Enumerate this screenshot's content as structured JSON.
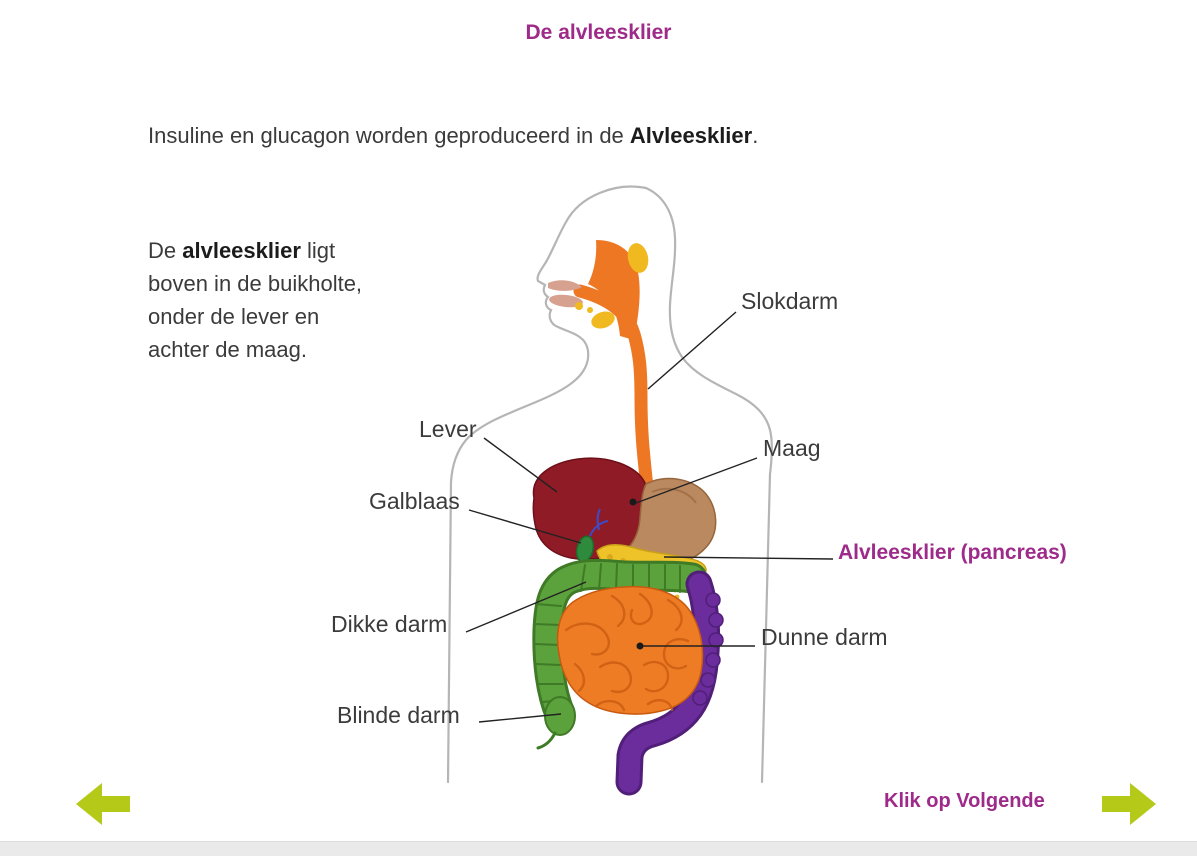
{
  "title": "De alvleesklier",
  "intro": {
    "prefix": "Insuline en glucagon worden geproduceerd in de ",
    "bold": "Alvleesklier",
    "suffix": "."
  },
  "description": {
    "prefix": "De ",
    "bold": "alvleesklier",
    "suffix": " ligt\nboven in de buikholte,\nonder de lever en\nachter de maag."
  },
  "diagram": {
    "labels": {
      "slokdarm": "Slokdarm",
      "lever": "Lever",
      "maag": "Maag",
      "galblaas": "Galblaas",
      "alvleesklier": "Alvleesklier (pancreas)",
      "dikke_darm": "Dikke darm",
      "dunne_darm": "Dunne darm",
      "blinde_darm": "Blinde darm"
    }
  },
  "navigation": {
    "next_label": "Klik op Volgende",
    "prev_icon": "arrow-left",
    "next_icon": "arrow-right"
  },
  "colors": {
    "accent_purple": "#9e2a8a",
    "arrow_green": "#b5c918",
    "text_dark": "#3b3b3b"
  }
}
